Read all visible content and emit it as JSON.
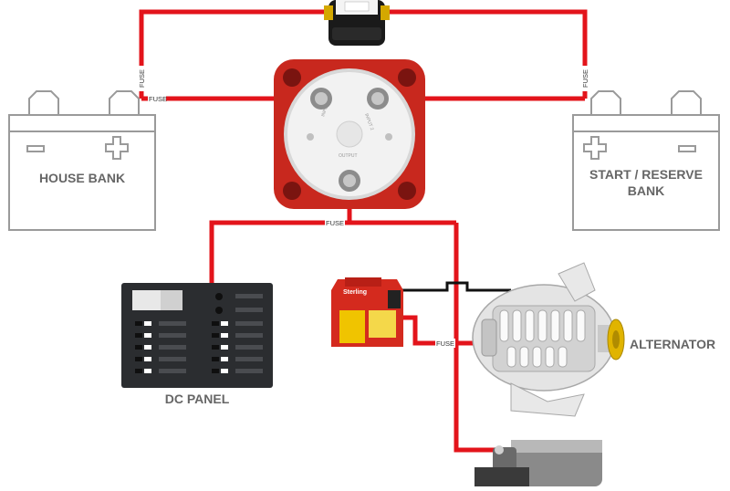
{
  "labels": {
    "house_bank": "HOUSE BANK",
    "start_bank_line1": "START / RESERVE",
    "start_bank_line2": "BANK",
    "dc_panel": "DC PANEL",
    "alternator": "ALTERNATOR",
    "fuse": "FUSE"
  },
  "switch": {
    "input1": "INPUT 1",
    "input2": "INPUT 2",
    "output": "OUTPUT"
  },
  "charger_brand": "Sterling",
  "colors": {
    "wire_red": "#e3141b",
    "wire_black": "#111111",
    "switch_red": "#c8281e",
    "battery_gray": "#9a9a9a",
    "label_gray": "#666666",
    "alternator_pulley": "#e0b400"
  }
}
